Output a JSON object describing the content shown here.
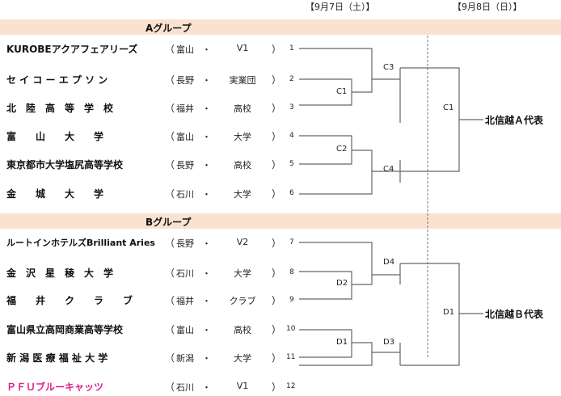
{
  "dates": {
    "day1": "【9月7日（土）】",
    "day2": "【9月8日（日）】"
  },
  "groups": [
    {
      "label": "Aグループ",
      "teams": [
        {
          "name": "KUROBEアクアフェアリーズ",
          "pref": "富山",
          "category": "V1",
          "seed": "1"
        },
        {
          "name": "セ イ コ ー エ プ ソ ン",
          "pref": "長野",
          "category": "実業団",
          "seed": "2"
        },
        {
          "name": "北　陸　高　等　学　校",
          "pref": "福井",
          "category": "高校",
          "seed": "3"
        },
        {
          "name": "富　　山　　大　　学",
          "pref": "富山",
          "category": "大学",
          "seed": "4"
        },
        {
          "name": "東京都市大学塩尻高等学校",
          "pref": "長野",
          "category": "高校",
          "seed": "5"
        },
        {
          "name": "金　　城　　大　　学",
          "pref": "石川",
          "category": "大学",
          "seed": "6"
        }
      ],
      "matches": {
        "m1": "C1",
        "m2": "C2",
        "m3": "C3",
        "m4": "C4",
        "final": "C1"
      },
      "representative": "北信越Ａ代表"
    },
    {
      "label": "Bグループ",
      "teams": [
        {
          "name": "ルートインホテルズBrilliant Aries",
          "pref": "長野",
          "category": "V2",
          "seed": "7"
        },
        {
          "name": "金　沢　星　稜　大　学",
          "pref": "石川",
          "category": "大学",
          "seed": "8"
        },
        {
          "name": "福　　井　　ク　　ラ　　ブ",
          "pref": "福井",
          "category": "クラブ",
          "seed": "9"
        },
        {
          "name": "富山県立高岡商業高等学校",
          "pref": "富山",
          "category": "高校",
          "seed": "10"
        },
        {
          "name": "新 潟 医 療 福 祉 大 学",
          "pref": "新潟",
          "category": "大学",
          "seed": "11"
        },
        {
          "name": "ＰＦＵブルーキャッツ",
          "pref": "石川",
          "category": "V1",
          "seed": "12"
        }
      ],
      "matches": {
        "m1": "D1",
        "m2": "D2",
        "m3": "D3",
        "m4": "D4",
        "final": "D1"
      },
      "representative": "北信越Ｂ代表"
    }
  ],
  "punct": {
    "open": "（",
    "close": "）",
    "dot": "・"
  },
  "colors": {
    "group_bar": "#fbe2d0",
    "highlight_team": "#e0208a",
    "lines": "#555555"
  }
}
